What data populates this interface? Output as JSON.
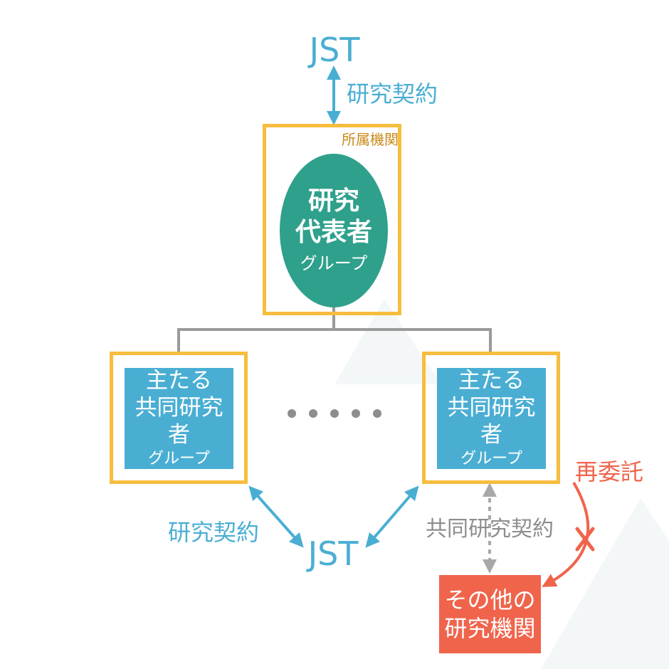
{
  "top": {
    "jst": "JST",
    "contract": "研究契約"
  },
  "affiliation": {
    "label": "所属機関"
  },
  "representative": {
    "line1": "研究",
    "line2": "代表者",
    "sub": "グループ"
  },
  "co_investigators": [
    {
      "line1": "主たる",
      "line2": "共同研究者",
      "sub": "グループ"
    },
    {
      "line1": "主たる",
      "line2": "共同研究者",
      "sub": "グループ"
    }
  ],
  "bottom": {
    "contract": "研究契約",
    "jst": "JST",
    "joint_contract": "共同研究契約",
    "recommission": "再委託"
  },
  "other_institution": {
    "line1": "その他の",
    "line2": "研究機関"
  },
  "colors": {
    "blue": "#4aaed3",
    "teal": "#2fa08b",
    "yellow": "#f7bd3e",
    "red": "#f0644c",
    "gray": "#8d8d8d"
  }
}
